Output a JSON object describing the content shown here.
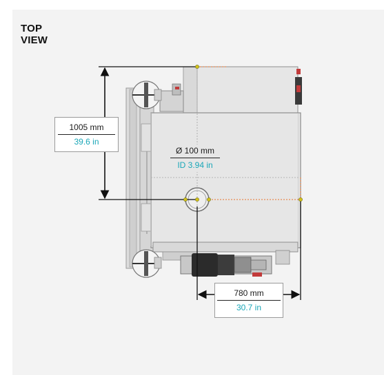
{
  "view": {
    "title_line1": "TOP",
    "title_line2": "VIEW"
  },
  "dimensions": {
    "height": {
      "metric": "1005 mm",
      "imperial": "39.6 in"
    },
    "pipe": {
      "metric": "Ø 100 mm",
      "imperial": "ID 3.94 in"
    },
    "width": {
      "metric": "780 mm",
      "imperial": "30.7 in"
    }
  },
  "colors": {
    "panel_background": "#f3f3f3",
    "imperial_text": "#1aa7b8",
    "marker": "#d4c21a",
    "guide": "#e8732a",
    "machine_body": "#e4e4e4"
  }
}
